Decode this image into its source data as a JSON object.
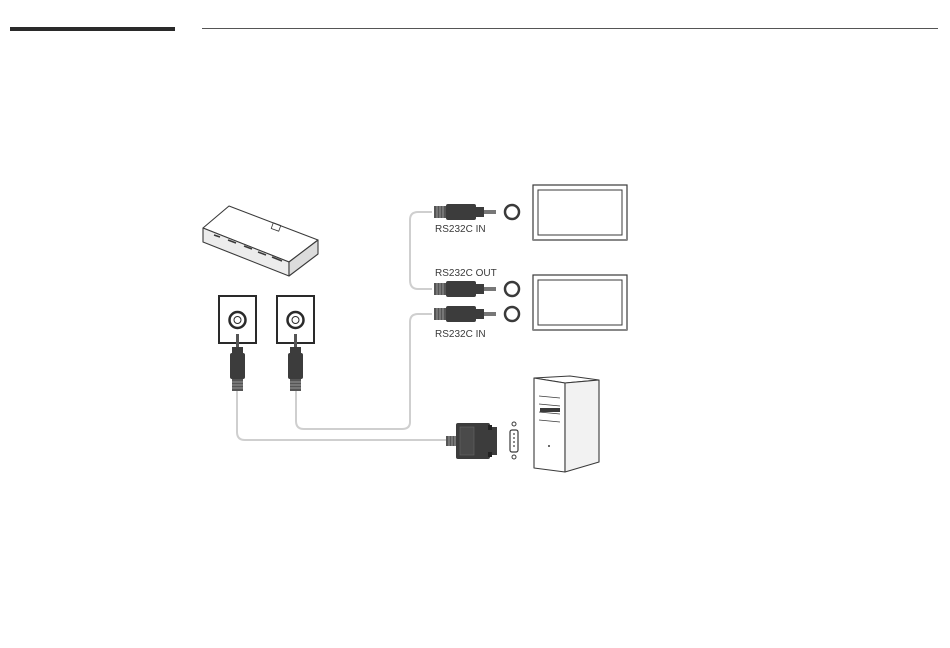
{
  "colors": {
    "accent_bar": "#2a2a2a",
    "rule": "#555555",
    "cable": "#cfcfcf",
    "outline": "#3a3a3a",
    "plug_body": "#3c3c3c"
  },
  "labels": {
    "rs232c_in_top": "RS232C IN",
    "rs232c_out": "RS232C OUT",
    "rs232c_in_bottom": "RS232C IN"
  }
}
